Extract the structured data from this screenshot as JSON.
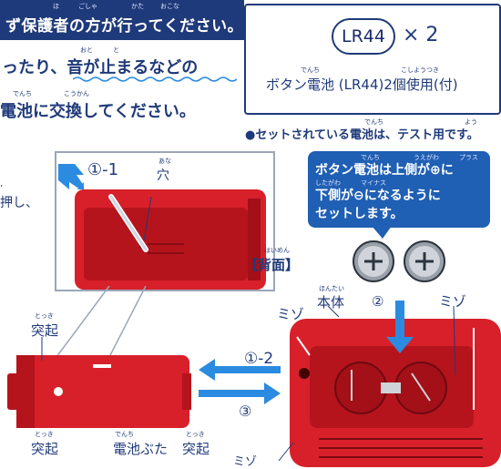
{
  "header_banner": {
    "ruby": [
      "ほ",
      "ごしゃ",
      "かた",
      "おこな"
    ],
    "text": "ず保護者の方が行ってください。"
  },
  "warning": {
    "line1_ruby": [
      "おと",
      "と"
    ],
    "line1": "ったり、音が止まるなどの",
    "line2_ruby": [
      "でんち",
      "こうかん"
    ],
    "line2": "電池に交換してください。"
  },
  "battery_box": {
    "battery_label": "LR44",
    "multiplier": "× 2",
    "ruby": [
      "でんち",
      "こしようつき"
    ],
    "caption": "ボタン電池 (LR44)2個使用(付)"
  },
  "test_note": {
    "ruby": [
      "でんち",
      "よう"
    ],
    "text": "●セットされている電池は、テスト用です。"
  },
  "instruction_bubble": {
    "line1_ruby": [
      "でんち",
      "うえがわ",
      "プラス"
    ],
    "line1": "ボタン電池は上側が⊕に",
    "line2_ruby": [
      "したがわ",
      "マイナス"
    ],
    "line2": "下側が⊖になるように",
    "line3": "セットします。"
  },
  "left_fragment": {
    "text": "押し、"
  },
  "labels": {
    "step_1_1": "①-1",
    "hole_ruby": "あな",
    "hole": "穴",
    "back_ruby": "はいめん",
    "back": "【背面】",
    "body_ruby": "ほんたい",
    "body": "本体",
    "step_2": "②",
    "groove_1": "ミゾ",
    "groove_2": "ミゾ",
    "groove_3": "ミゾ",
    "step_1_2": "①-2",
    "step_3": "③",
    "protrusion_top_ruby": "とっき",
    "protrusion_top": "突起",
    "protrusion_bottom_ruby": "とっき",
    "protrusion_bottom": "突起",
    "battery_cover_ruby": "でんち",
    "battery_cover": "電池ぶた",
    "protrusion_cover_ruby": "とっき",
    "protrusion_cover": "突起"
  },
  "colors": {
    "navy": "#1f3a7a",
    "arrow_blue": "#2a8be0",
    "device_red": "#d8202a",
    "bubble_blue": "#1f5fb4"
  }
}
